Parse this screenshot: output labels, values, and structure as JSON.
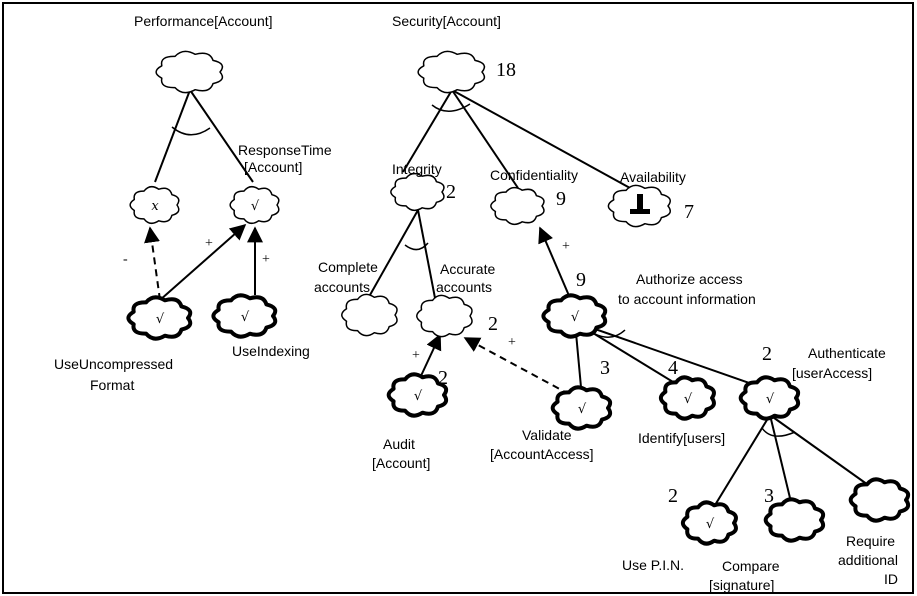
{
  "goals": {
    "performance": {
      "label": "Performance[Account]"
    },
    "response_time": {
      "label_lines": [
        "ResponseTime",
        "[Account]"
      ],
      "mark": "√"
    },
    "x_goal": {
      "mark": "x"
    },
    "security": {
      "label": "Security[Account]",
      "weight": "18"
    },
    "integrity": {
      "label": "Integrity",
      "weight": "2"
    },
    "confidentiality": {
      "label": "Confidentiality",
      "weight": "9"
    },
    "availability": {
      "label": "Availability",
      "weight": "7"
    },
    "complete_accounts": {
      "label_lines": [
        "Complete",
        "accounts"
      ]
    },
    "accurate_accounts": {
      "label_lines": [
        "Accurate",
        "accounts"
      ],
      "weight": "2"
    },
    "authorize_access": {
      "label_lines": [
        "Authorize access",
        "to account information"
      ],
      "weight": "9",
      "mark": "√"
    },
    "audit": {
      "label_lines": [
        "Audit",
        "[Account]"
      ],
      "weight": "2",
      "mark": "√"
    },
    "validate": {
      "label_lines": [
        "Validate",
        "[AccountAccess]"
      ],
      "weight": "3",
      "mark": "√"
    },
    "identify": {
      "label": "Identify[users]",
      "weight": "4",
      "mark": "√"
    },
    "authenticate": {
      "label_lines": [
        "Authenticate",
        "[userAccess]"
      ],
      "weight": "2",
      "mark": "√"
    },
    "use_pin": {
      "label": "Use P.I.N.",
      "weight": "2",
      "mark": "√"
    },
    "compare_signature": {
      "label_lines": [
        "Compare",
        "[signature]"
      ],
      "weight": "3"
    },
    "require_id": {
      "label_lines": [
        "Require",
        "additional",
        "ID"
      ]
    },
    "use_uncompressed": {
      "label_lines": [
        "UseUncompressed",
        "Format"
      ],
      "mark": "√"
    },
    "use_indexing": {
      "label": "UseIndexing",
      "mark": "√"
    }
  },
  "contributions": {
    "minus": "-",
    "plus": "+"
  }
}
